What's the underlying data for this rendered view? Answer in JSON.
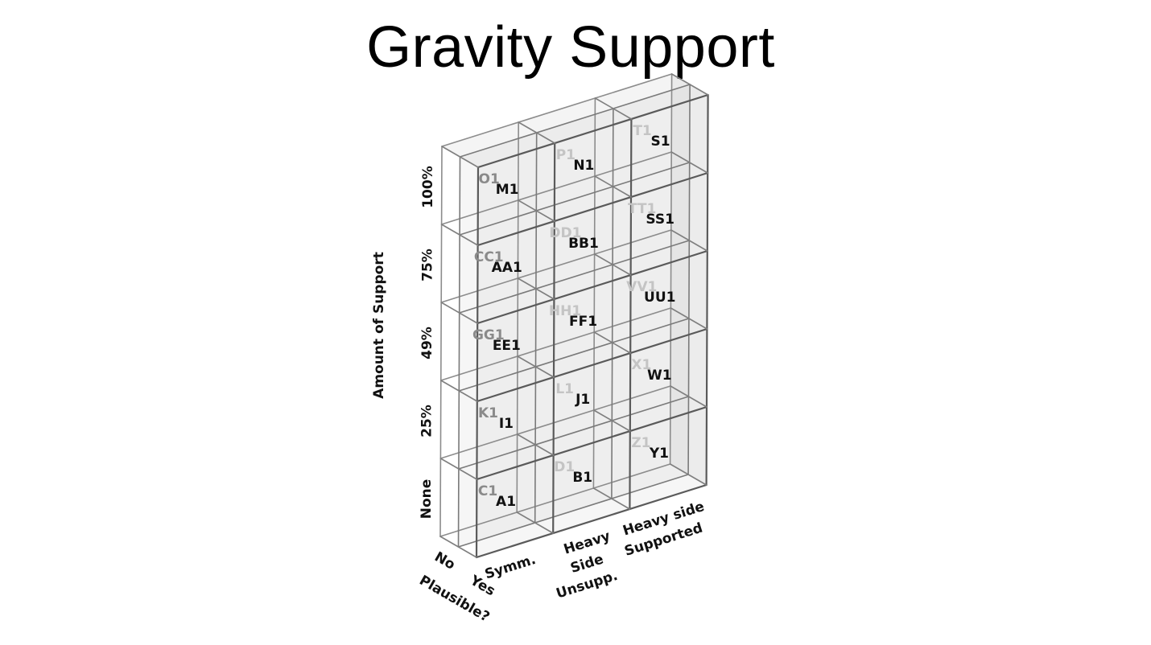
{
  "title": "Gravity Support",
  "axes": {
    "vertical_title": "Amount of Support",
    "vertical_levels": [
      "None",
      "25%",
      "49%",
      "75%",
      "100%"
    ],
    "depth_title": "Plausible?",
    "depth_levels": [
      "No",
      "Yes"
    ],
    "horizontal_levels": [
      [
        "Symm."
      ],
      [
        "Heavy",
        "Side",
        "Unsupp."
      ],
      [
        "Heavy side",
        "Supported"
      ]
    ]
  },
  "cells": [
    {
      "front": [
        "A1",
        "B1",
        "Y1"
      ],
      "back": [
        "C1",
        "D1",
        "Z1"
      ]
    },
    {
      "front": [
        "I1",
        "J1",
        "W1"
      ],
      "back": [
        "K1",
        "L1",
        "X1"
      ]
    },
    {
      "front": [
        "EE1",
        "FF1",
        "UU1"
      ],
      "back": [
        "GG1",
        "HH1",
        "VV1"
      ]
    },
    {
      "front": [
        "AA1",
        "BB1",
        "SS1"
      ],
      "back": [
        "CC1",
        "DD1",
        "TT1"
      ]
    },
    {
      "front": [
        "M1",
        "N1",
        "S1"
      ],
      "back": [
        "O1",
        "P1",
        "T1"
      ]
    }
  ],
  "colors": {
    "edge": "#5a5a5a",
    "face": "#b9b9b9",
    "front_label": "#111111",
    "back_label_near": "#8a8a8a",
    "back_label_far": "#c4c4c4"
  }
}
